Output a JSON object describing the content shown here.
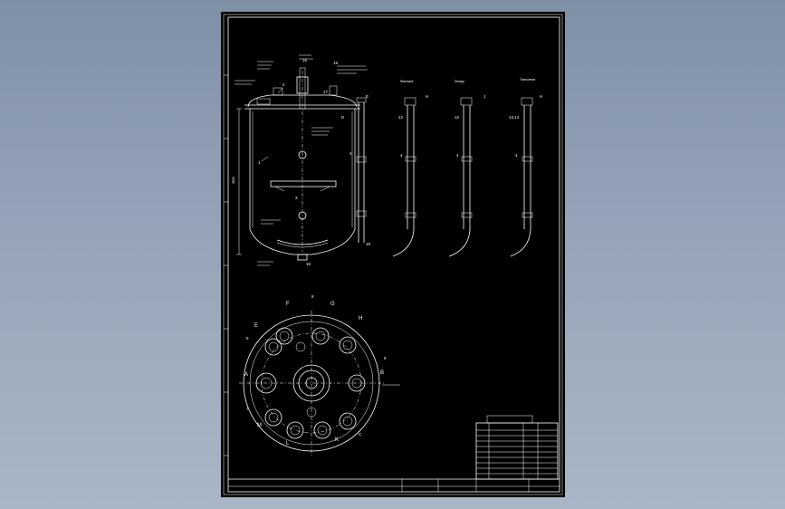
{
  "labels": {
    "standard_title": "Standard",
    "dished_title": "Design",
    "transverse_title": "Transverse",
    "rest_title": "Rest",
    "lbl_H": "H",
    "lbl_E": "E",
    "lbl_D": "D",
    "lbl_J": "J",
    "lbl_12": "12",
    "lbl_13_14": "13,14",
    "lbl_4": "4",
    "lbl_2": "2",
    "lbl_1": "1",
    "lbl_3": "3",
    "lbl_15": "15",
    "lbl_16": "16",
    "lbl_17": "17",
    "lbl_18": "18",
    "lbl_19": "19",
    "lbl_9": "9",
    "lbl_8": "8",
    "lbl_7": "7",
    "lbl_5": "5",
    "lbl_F": "F",
    "lbl_G": "G",
    "lbl_A": "A",
    "lbl_B": "B",
    "lbl_K": "K",
    "lbl_L": "L",
    "lbl_M": "M",
    "lbl_C": "C",
    "dim_1": "3800"
  }
}
